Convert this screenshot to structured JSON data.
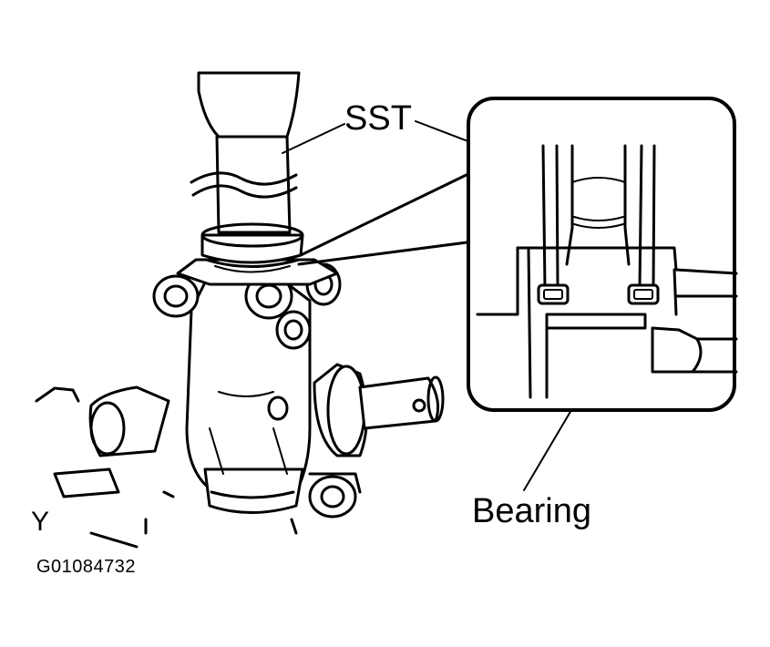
{
  "labels": {
    "sst": "SST",
    "bearing": "Bearing",
    "view": "Y",
    "figure_code": "G01084732"
  }
}
